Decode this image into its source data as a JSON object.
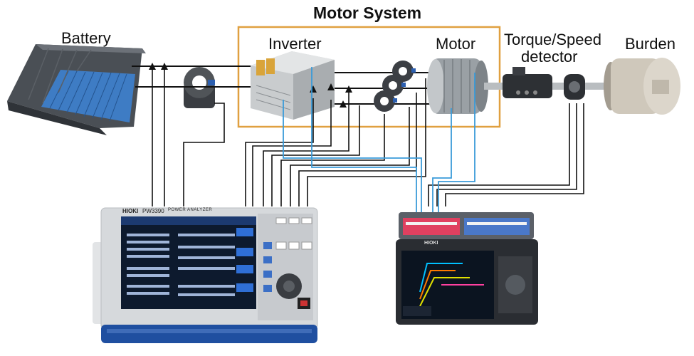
{
  "diagram": {
    "title": "Motor System",
    "labels": {
      "battery": "Battery",
      "inverter": "Inverter",
      "motor": "Motor",
      "torque_speed_line1": "Torque/Speed",
      "torque_speed_line2": "detector",
      "burden": "Burden"
    },
    "analyzer": {
      "brand": "HIOKI",
      "model": "PW3390",
      "subtitle": "POWER ANALYZER"
    },
    "logger": {
      "brand": "HIOKI"
    },
    "colors": {
      "system_box": "#E0A040",
      "signal_lines": "#111111",
      "sensor_lines": "#3A9BD9",
      "battery_cells": "#3E7CC4",
      "instrument_bezel": "#1F4FA0"
    }
  }
}
